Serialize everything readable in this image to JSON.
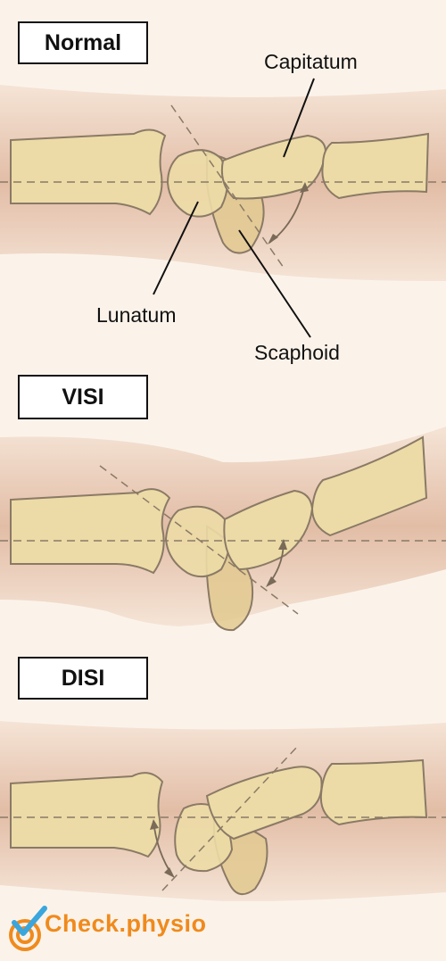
{
  "panels": [
    {
      "label": "Normal"
    },
    {
      "label": "VISI"
    },
    {
      "label": "DISI"
    }
  ],
  "annotations": {
    "capitatum": "Capitatum",
    "lunatum": "Lunatum",
    "scaphoid": "Scaphoid"
  },
  "brand": {
    "name": "Check.physio",
    "color": "#f08a1c",
    "check_color": "#3aa6dd"
  },
  "colors": {
    "skin": "#e8c9b4",
    "bone": "#ecdba6",
    "bone_outline": "#8a7a66",
    "background": "#fbf3ea"
  }
}
